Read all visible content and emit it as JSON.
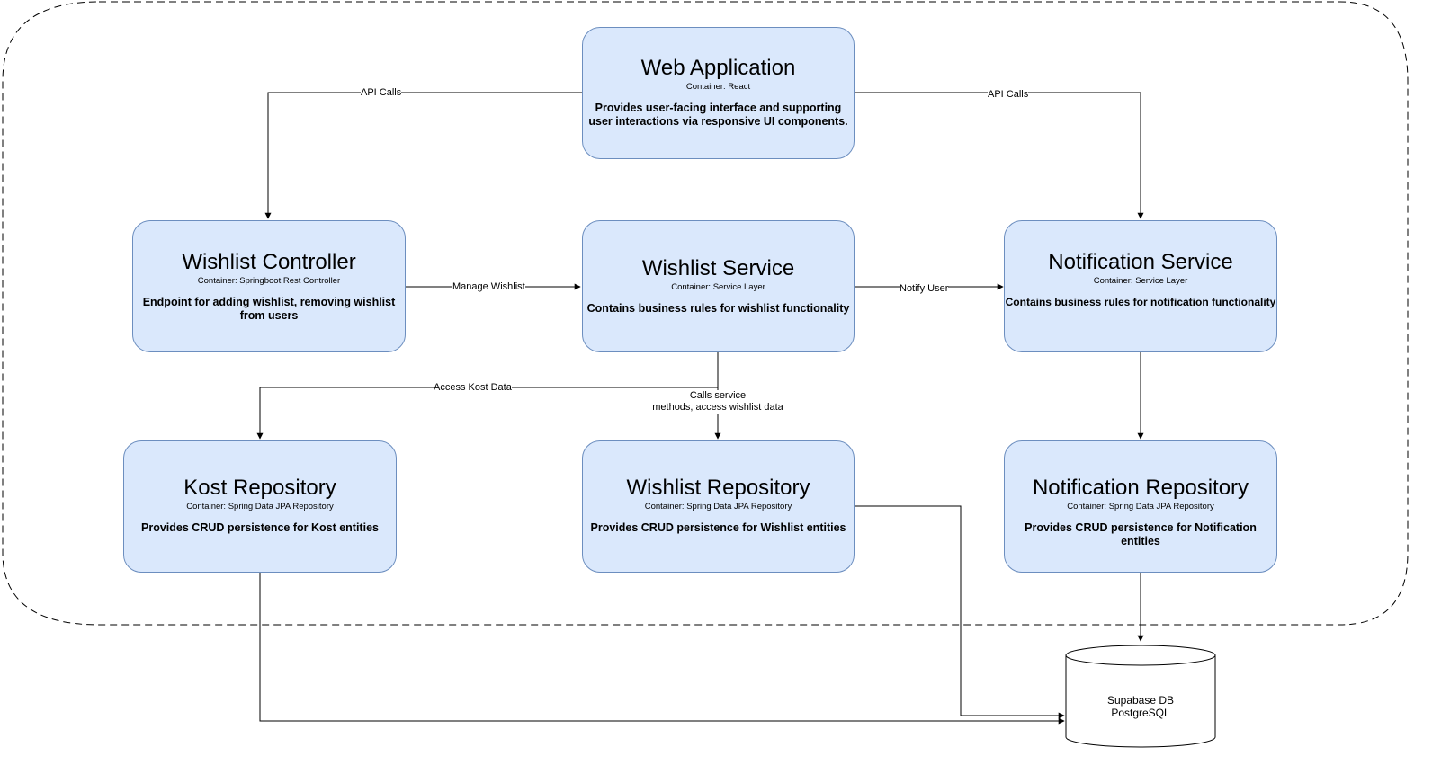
{
  "containers": {
    "web_app": {
      "title": "Web Application",
      "technology": "Container: React",
      "description": "Provides user-facing interface and supporting user interactions via responsive UI components."
    },
    "wishlist_controller": {
      "title": "Wishlist Controller",
      "technology": "Container: Springboot Rest Controller",
      "description": "Endpoint for adding wishlist, removing wishlist from users"
    },
    "wishlist_service": {
      "title": "Wishlist Service",
      "technology": "Container: Service Layer",
      "description": "Contains business rules for wishlist functionality"
    },
    "notification_service": {
      "title": "Notification Service",
      "technology": "Container: Service Layer",
      "description": "Contains business rules for notification functionality"
    },
    "kost_repository": {
      "title": "Kost Repository",
      "technology": "Container: Spring Data JPA Repository",
      "description": "Provides CRUD persistence for Kost entities"
    },
    "wishlist_repository": {
      "title": "Wishlist Repository",
      "technology": "Container: Spring Data JPA Repository",
      "description": "Provides CRUD persistence for Wishlist entities"
    },
    "notification_repository": {
      "title": "Notification Repository",
      "technology": "Container: Spring Data JPA Repository",
      "description": "Provides CRUD persistence for Notification entities"
    }
  },
  "database": {
    "line1": "Supabase DB",
    "line2": "PostgreSQL"
  },
  "relationships": {
    "web_to_controller": "API Calls",
    "web_to_notification": "API Calls",
    "controller_to_service": "Manage Wishlist",
    "service_to_notification": "Notify User",
    "service_to_kost": "Access Kost Data",
    "service_to_wishlist_repo_line1": "Calls service",
    "service_to_wishlist_repo_line2": "methods, access wishlist data"
  },
  "colors": {
    "node_fill": "#dae8fc",
    "node_border": "#6c8ebf",
    "edge": "#000000",
    "boundary": "#000000"
  }
}
